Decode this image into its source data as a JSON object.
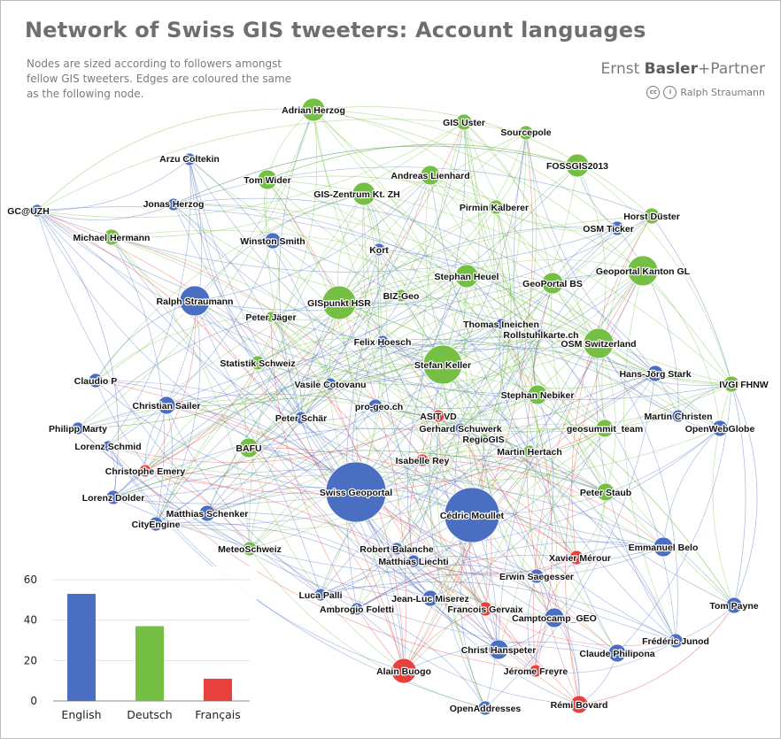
{
  "title": "Network of Swiss GIS tweeters: Account languages",
  "subtitle": "Nodes are sized according to followers amongst fellow GIS tweeters. Edges are coloured the same as the following node.",
  "brand": {
    "name_light": "Ernst ",
    "name_bold": "Basler",
    "name_rest": "+Partner"
  },
  "credit": {
    "cc": "cc",
    "by": "i",
    "author": "Ralph Straumann"
  },
  "colors": {
    "English": "#4a6ec1",
    "Deutsch": "#74bf44",
    "Français": "#e8413d"
  },
  "nodes": [
    {
      "id": "Adrian Herzog",
      "lang": "Deutsch",
      "size": 13
    },
    {
      "id": "GIS Uster",
      "lang": "Deutsch",
      "size": 9
    },
    {
      "id": "Sourcepole",
      "lang": "Deutsch",
      "size": 8
    },
    {
      "id": "FOSSGIS2013",
      "lang": "Deutsch",
      "size": 13
    },
    {
      "id": "Arzu Coltekin",
      "lang": "English",
      "size": 7
    },
    {
      "id": "Tom Wider",
      "lang": "Deutsch",
      "size": 11
    },
    {
      "id": "Andreas Lienhard",
      "lang": "Deutsch",
      "size": 11
    },
    {
      "id": "GIS-Zentrum Kt. ZH",
      "lang": "Deutsch",
      "size": 13
    },
    {
      "id": "Pirmin Kalberer",
      "lang": "Deutsch",
      "size": 8
    },
    {
      "id": "Horst Düster",
      "lang": "Deutsch",
      "size": 9
    },
    {
      "id": "GC@UZH",
      "lang": "English",
      "size": 7
    },
    {
      "id": "Jonas Herzog",
      "lang": "English",
      "size": 7
    },
    {
      "id": "OSM Ticker",
      "lang": "English",
      "size": 8
    },
    {
      "id": "Michael Hermann",
      "lang": "Deutsch",
      "size": 9
    },
    {
      "id": "Winston Smith",
      "lang": "English",
      "size": 9
    },
    {
      "id": "Kort",
      "lang": "English",
      "size": 7
    },
    {
      "id": "Geoportal Kanton GL",
      "lang": "Deutsch",
      "size": 17
    },
    {
      "id": "Stephan Heuel",
      "lang": "Deutsch",
      "size": 13
    },
    {
      "id": "GeoPortal BS",
      "lang": "Deutsch",
      "size": 12
    },
    {
      "id": "Ralph Straumann",
      "lang": "English",
      "size": 17
    },
    {
      "id": "GISpunkt HSR",
      "lang": "Deutsch",
      "size": 19
    },
    {
      "id": "BIZ-Geo",
      "lang": "Deutsch",
      "size": 7
    },
    {
      "id": "Peter Jäger",
      "lang": "Deutsch",
      "size": 6
    },
    {
      "id": "Thomas Ineichen",
      "lang": "English",
      "size": 6
    },
    {
      "id": "Rollstuhlkarte.ch",
      "lang": "English",
      "size": 6
    },
    {
      "id": "Felix Hoesch",
      "lang": "English",
      "size": 7
    },
    {
      "id": "OSM Switzerland",
      "lang": "Deutsch",
      "size": 17
    },
    {
      "id": "Stefan Keller",
      "lang": "Deutsch",
      "size": 22
    },
    {
      "id": "Statistik Schweiz",
      "lang": "Deutsch",
      "size": 8
    },
    {
      "id": "Claudio P",
      "lang": "English",
      "size": 8
    },
    {
      "id": "Vasile Cotovanu",
      "lang": "English",
      "size": 7
    },
    {
      "id": "Hans-Jörg Stark",
      "lang": "English",
      "size": 9
    },
    {
      "id": "IVGI FHNW",
      "lang": "Deutsch",
      "size": 9
    },
    {
      "id": "Stephan Nebiker",
      "lang": "Deutsch",
      "size": 11
    },
    {
      "id": "Christian Sailer",
      "lang": "English",
      "size": 10
    },
    {
      "id": "pro-geo.ch",
      "lang": "English",
      "size": 8
    },
    {
      "id": "Peter Schär",
      "lang": "English",
      "size": 7
    },
    {
      "id": "ASIT VD",
      "lang": "Français",
      "size": 7
    },
    {
      "id": "Gerhard Schuwerk",
      "lang": "English",
      "size": 6
    },
    {
      "id": "Martin Christen",
      "lang": "English",
      "size": 7
    },
    {
      "id": "Philipp Marty",
      "lang": "English",
      "size": 7
    },
    {
      "id": "geosummit_team",
      "lang": "Deutsch",
      "size": 10
    },
    {
      "id": "OpenWebGlobe",
      "lang": "English",
      "size": 9
    },
    {
      "id": "RegioGIS",
      "lang": "Deutsch",
      "size": 6
    },
    {
      "id": "Lorenz Schmid",
      "lang": "English",
      "size": 6
    },
    {
      "id": "BAFU",
      "lang": "Deutsch",
      "size": 11
    },
    {
      "id": "Martin Hertach",
      "lang": "Deutsch",
      "size": 7
    },
    {
      "id": "Isabelle Rey",
      "lang": "Français",
      "size": 7
    },
    {
      "id": "Christophe Emery",
      "lang": "Français",
      "size": 7
    },
    {
      "id": "Swiss Geoportal",
      "lang": "English",
      "size": 34
    },
    {
      "id": "Peter Staub",
      "lang": "Deutsch",
      "size": 10
    },
    {
      "id": "Cédric Moullet",
      "lang": "English",
      "size": 31
    },
    {
      "id": "Lorenz Dolder",
      "lang": "English",
      "size": 8
    },
    {
      "id": "Matthias Schenker",
      "lang": "English",
      "size": 9
    },
    {
      "id": "CityEngine",
      "lang": "English",
      "size": 8
    },
    {
      "id": "MeteoSchweiz",
      "lang": "Deutsch",
      "size": 8
    },
    {
      "id": "Robert Balanche",
      "lang": "English",
      "size": 7
    },
    {
      "id": "Matthias Liechti",
      "lang": "English",
      "size": 7
    },
    {
      "id": "Xavier Mérour",
      "lang": "Français",
      "size": 8
    },
    {
      "id": "Emmanuel Belo",
      "lang": "English",
      "size": 11
    },
    {
      "id": "Erwin Saegesser",
      "lang": "English",
      "size": 8
    },
    {
      "id": "Luca Palli",
      "lang": "English",
      "size": 7
    },
    {
      "id": "Jean-Luc Miserez",
      "lang": "English",
      "size": 9
    },
    {
      "id": "Ambrogio Foletti",
      "lang": "English",
      "size": 7
    },
    {
      "id": "Francois Gervaix",
      "lang": "Français",
      "size": 8
    },
    {
      "id": "Camptocamp_GEO",
      "lang": "English",
      "size": 11
    },
    {
      "id": "Tom Payne",
      "lang": "English",
      "size": 9
    },
    {
      "id": "Christ Hanspeter",
      "lang": "English",
      "size": 11
    },
    {
      "id": "Frédéric Junod",
      "lang": "English",
      "size": 8
    },
    {
      "id": "Claude Philipona",
      "lang": "English",
      "size": 10
    },
    {
      "id": "Alain Buogo",
      "lang": "Français",
      "size": 14
    },
    {
      "id": "Jérome Freyre",
      "lang": "Français",
      "size": 7
    },
    {
      "id": "OpenAddresses",
      "lang": "English",
      "size": 8
    },
    {
      "id": "Rémi Bovard",
      "lang": "Français",
      "size": 10
    }
  ],
  "chart_data": {
    "type": "bar",
    "categories": [
      "English",
      "Deutsch",
      "Français"
    ],
    "values": [
      53,
      37,
      11
    ],
    "ylim": [
      0,
      65
    ],
    "yticks": [
      0,
      20,
      40,
      60
    ],
    "grid": true
  }
}
